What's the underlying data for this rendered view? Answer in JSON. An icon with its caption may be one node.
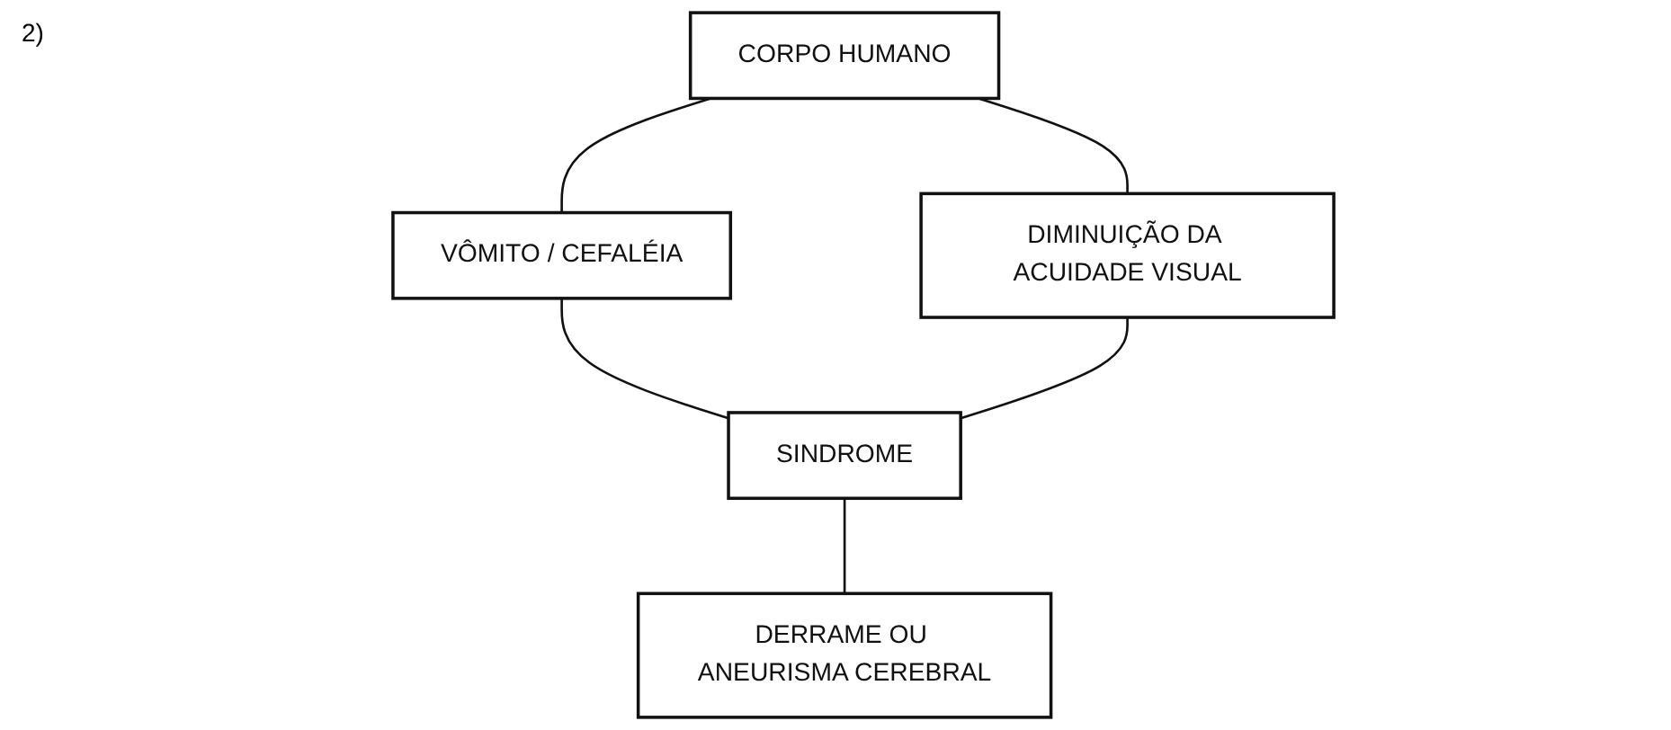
{
  "diagram": {
    "nodes": [
      {
        "text": [
          "CORPO HUMANO"
        ]
      },
      {
        "text": [
          "VÔMITO / CEFALÉIA"
        ]
      },
      {
        "text": [
          "DIMINUIÇÃO DA ACUIDADE VISUAL"
        ]
      },
      {
        "text": [
          "SINDROME"
        ]
      },
      {
        "text": [
          "DERRAME OU ANEURISMA CEREBRAL"
        ]
      }
    ],
    "edges": [
      {
        "from": 0,
        "to": 1,
        "arrow": "none"
      },
      {
        "from": 0,
        "to": 2,
        "arrow": "none"
      },
      {
        "from": 1,
        "to": 3,
        "arrow": "none"
      },
      {
        "from": 2,
        "to": 3,
        "arrow": "none"
      },
      {
        "from": 3,
        "to": 4,
        "arrow": "none"
      }
    ],
    "labels": [
      "2)"
    ]
  }
}
